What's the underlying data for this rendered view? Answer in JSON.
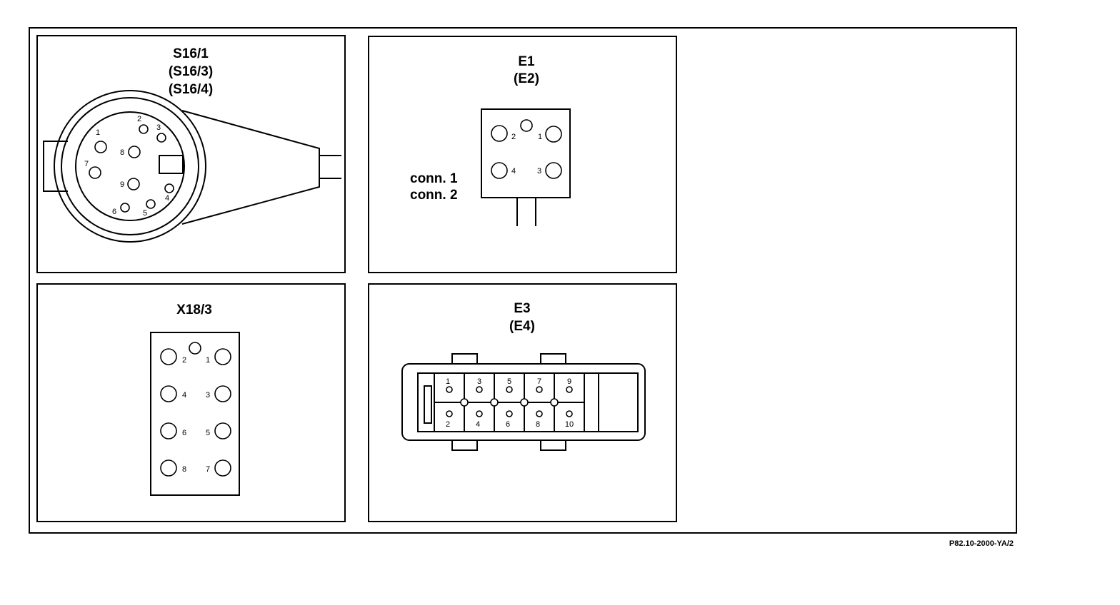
{
  "panels": {
    "s16": {
      "titles": [
        "S16/1",
        "(S16/3)",
        "(S16/4)"
      ],
      "pins": [
        "1",
        "2",
        "3",
        "4",
        "5",
        "6",
        "7",
        "8",
        "9"
      ]
    },
    "e1": {
      "titles": [
        "E1",
        "(E2)"
      ],
      "pins": [
        "1",
        "2",
        "3",
        "4"
      ],
      "conn_labels": [
        "conn. 1",
        "conn. 2"
      ]
    },
    "x18": {
      "titles": [
        "X18/3"
      ],
      "pins": [
        "1",
        "2",
        "3",
        "4",
        "5",
        "6",
        "7",
        "8"
      ]
    },
    "e3": {
      "titles": [
        "E3",
        "(E4)"
      ],
      "pins_top": [
        "1",
        "3",
        "5",
        "7",
        "9"
      ],
      "pins_bottom": [
        "2",
        "4",
        "6",
        "8",
        "10"
      ]
    }
  },
  "reference": "P82.10-2000-YA/2"
}
